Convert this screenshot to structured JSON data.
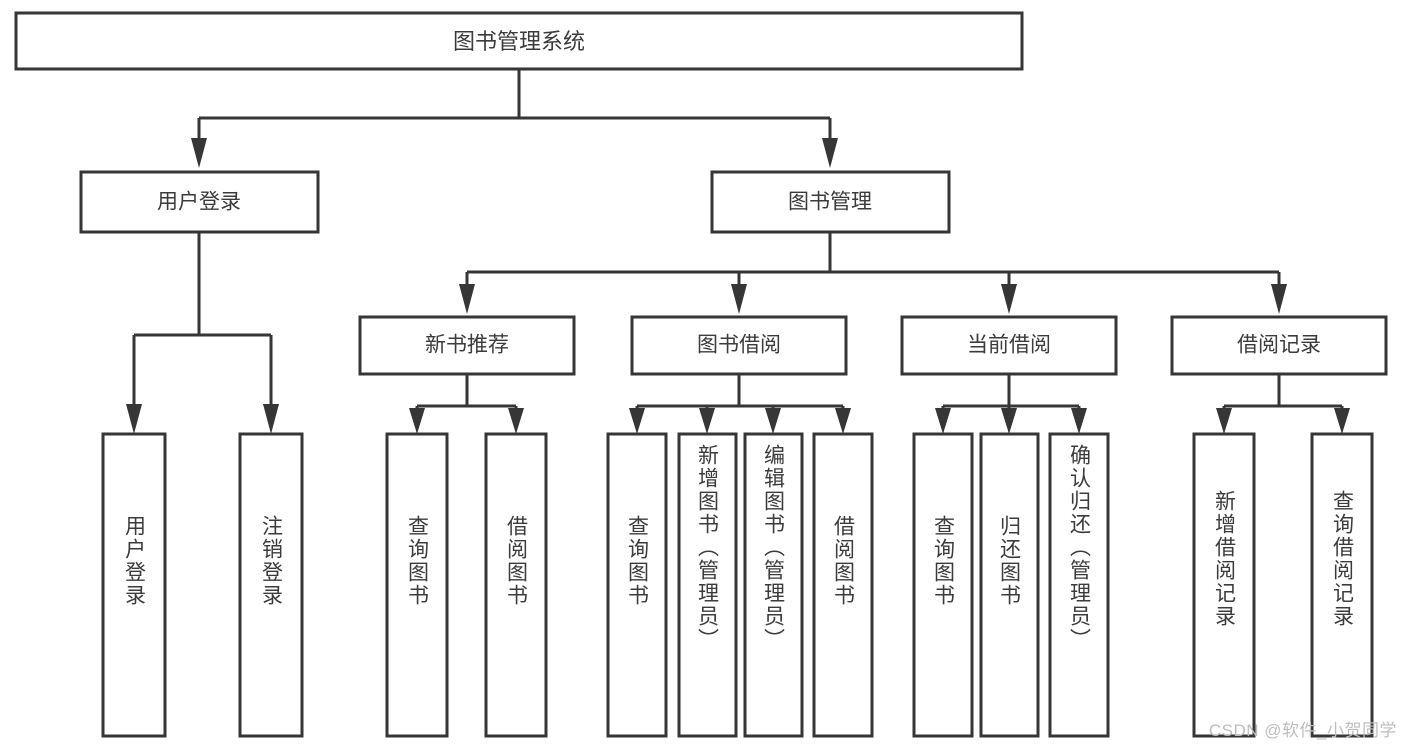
{
  "diagram": {
    "type": "tree-hierarchy",
    "orientation": "top-down",
    "root": {
      "id": "root",
      "label": "图书管理系统"
    },
    "level2": [
      {
        "id": "user-login",
        "label": "用户登录"
      },
      {
        "id": "book-manage",
        "label": "图书管理"
      }
    ],
    "level3": [
      {
        "id": "new-book-recommend",
        "label": "新书推荐",
        "parent": "book-manage"
      },
      {
        "id": "book-borrow",
        "label": "图书借阅",
        "parent": "book-manage"
      },
      {
        "id": "current-borrow",
        "label": "当前借阅",
        "parent": "book-manage"
      },
      {
        "id": "borrow-record",
        "label": "借阅记录",
        "parent": "book-manage"
      }
    ],
    "leaves": [
      {
        "id": "leaf-user-login",
        "label": "用户登录",
        "parent": "user-login"
      },
      {
        "id": "leaf-logout-login",
        "label": "注销登录",
        "parent": "user-login"
      },
      {
        "id": "leaf-query-book-1",
        "label": "查询图书",
        "parent": "new-book-recommend"
      },
      {
        "id": "leaf-borrow-book-1",
        "label": "借阅图书",
        "parent": "new-book-recommend"
      },
      {
        "id": "leaf-query-book-2",
        "label": "查询图书",
        "parent": "book-borrow"
      },
      {
        "id": "leaf-add-book",
        "label": "新增图书（管理员）",
        "parent": "book-borrow"
      },
      {
        "id": "leaf-edit-book",
        "label": "编辑图书（管理员）",
        "parent": "book-borrow"
      },
      {
        "id": "leaf-borrow-book-2",
        "label": "借阅图书",
        "parent": "book-borrow"
      },
      {
        "id": "leaf-query-book-3",
        "label": "查询图书",
        "parent": "current-borrow"
      },
      {
        "id": "leaf-return-book",
        "label": "归还图书",
        "parent": "current-borrow"
      },
      {
        "id": "leaf-confirm-return",
        "label": "确认归还（管理员）",
        "parent": "current-borrow"
      },
      {
        "id": "leaf-add-record",
        "label": "新增借阅记录",
        "parent": "borrow-record"
      },
      {
        "id": "leaf-query-record",
        "label": "查询借阅记录",
        "parent": "borrow-record"
      }
    ]
  },
  "watermark": {
    "text": "CSDN @软件_小贺同学"
  },
  "colors": {
    "stroke": "#363636",
    "box_fill": "#ffffff",
    "text": "#3b3b3b",
    "watermark": "#bdbdbd",
    "background": "#ffffff"
  }
}
